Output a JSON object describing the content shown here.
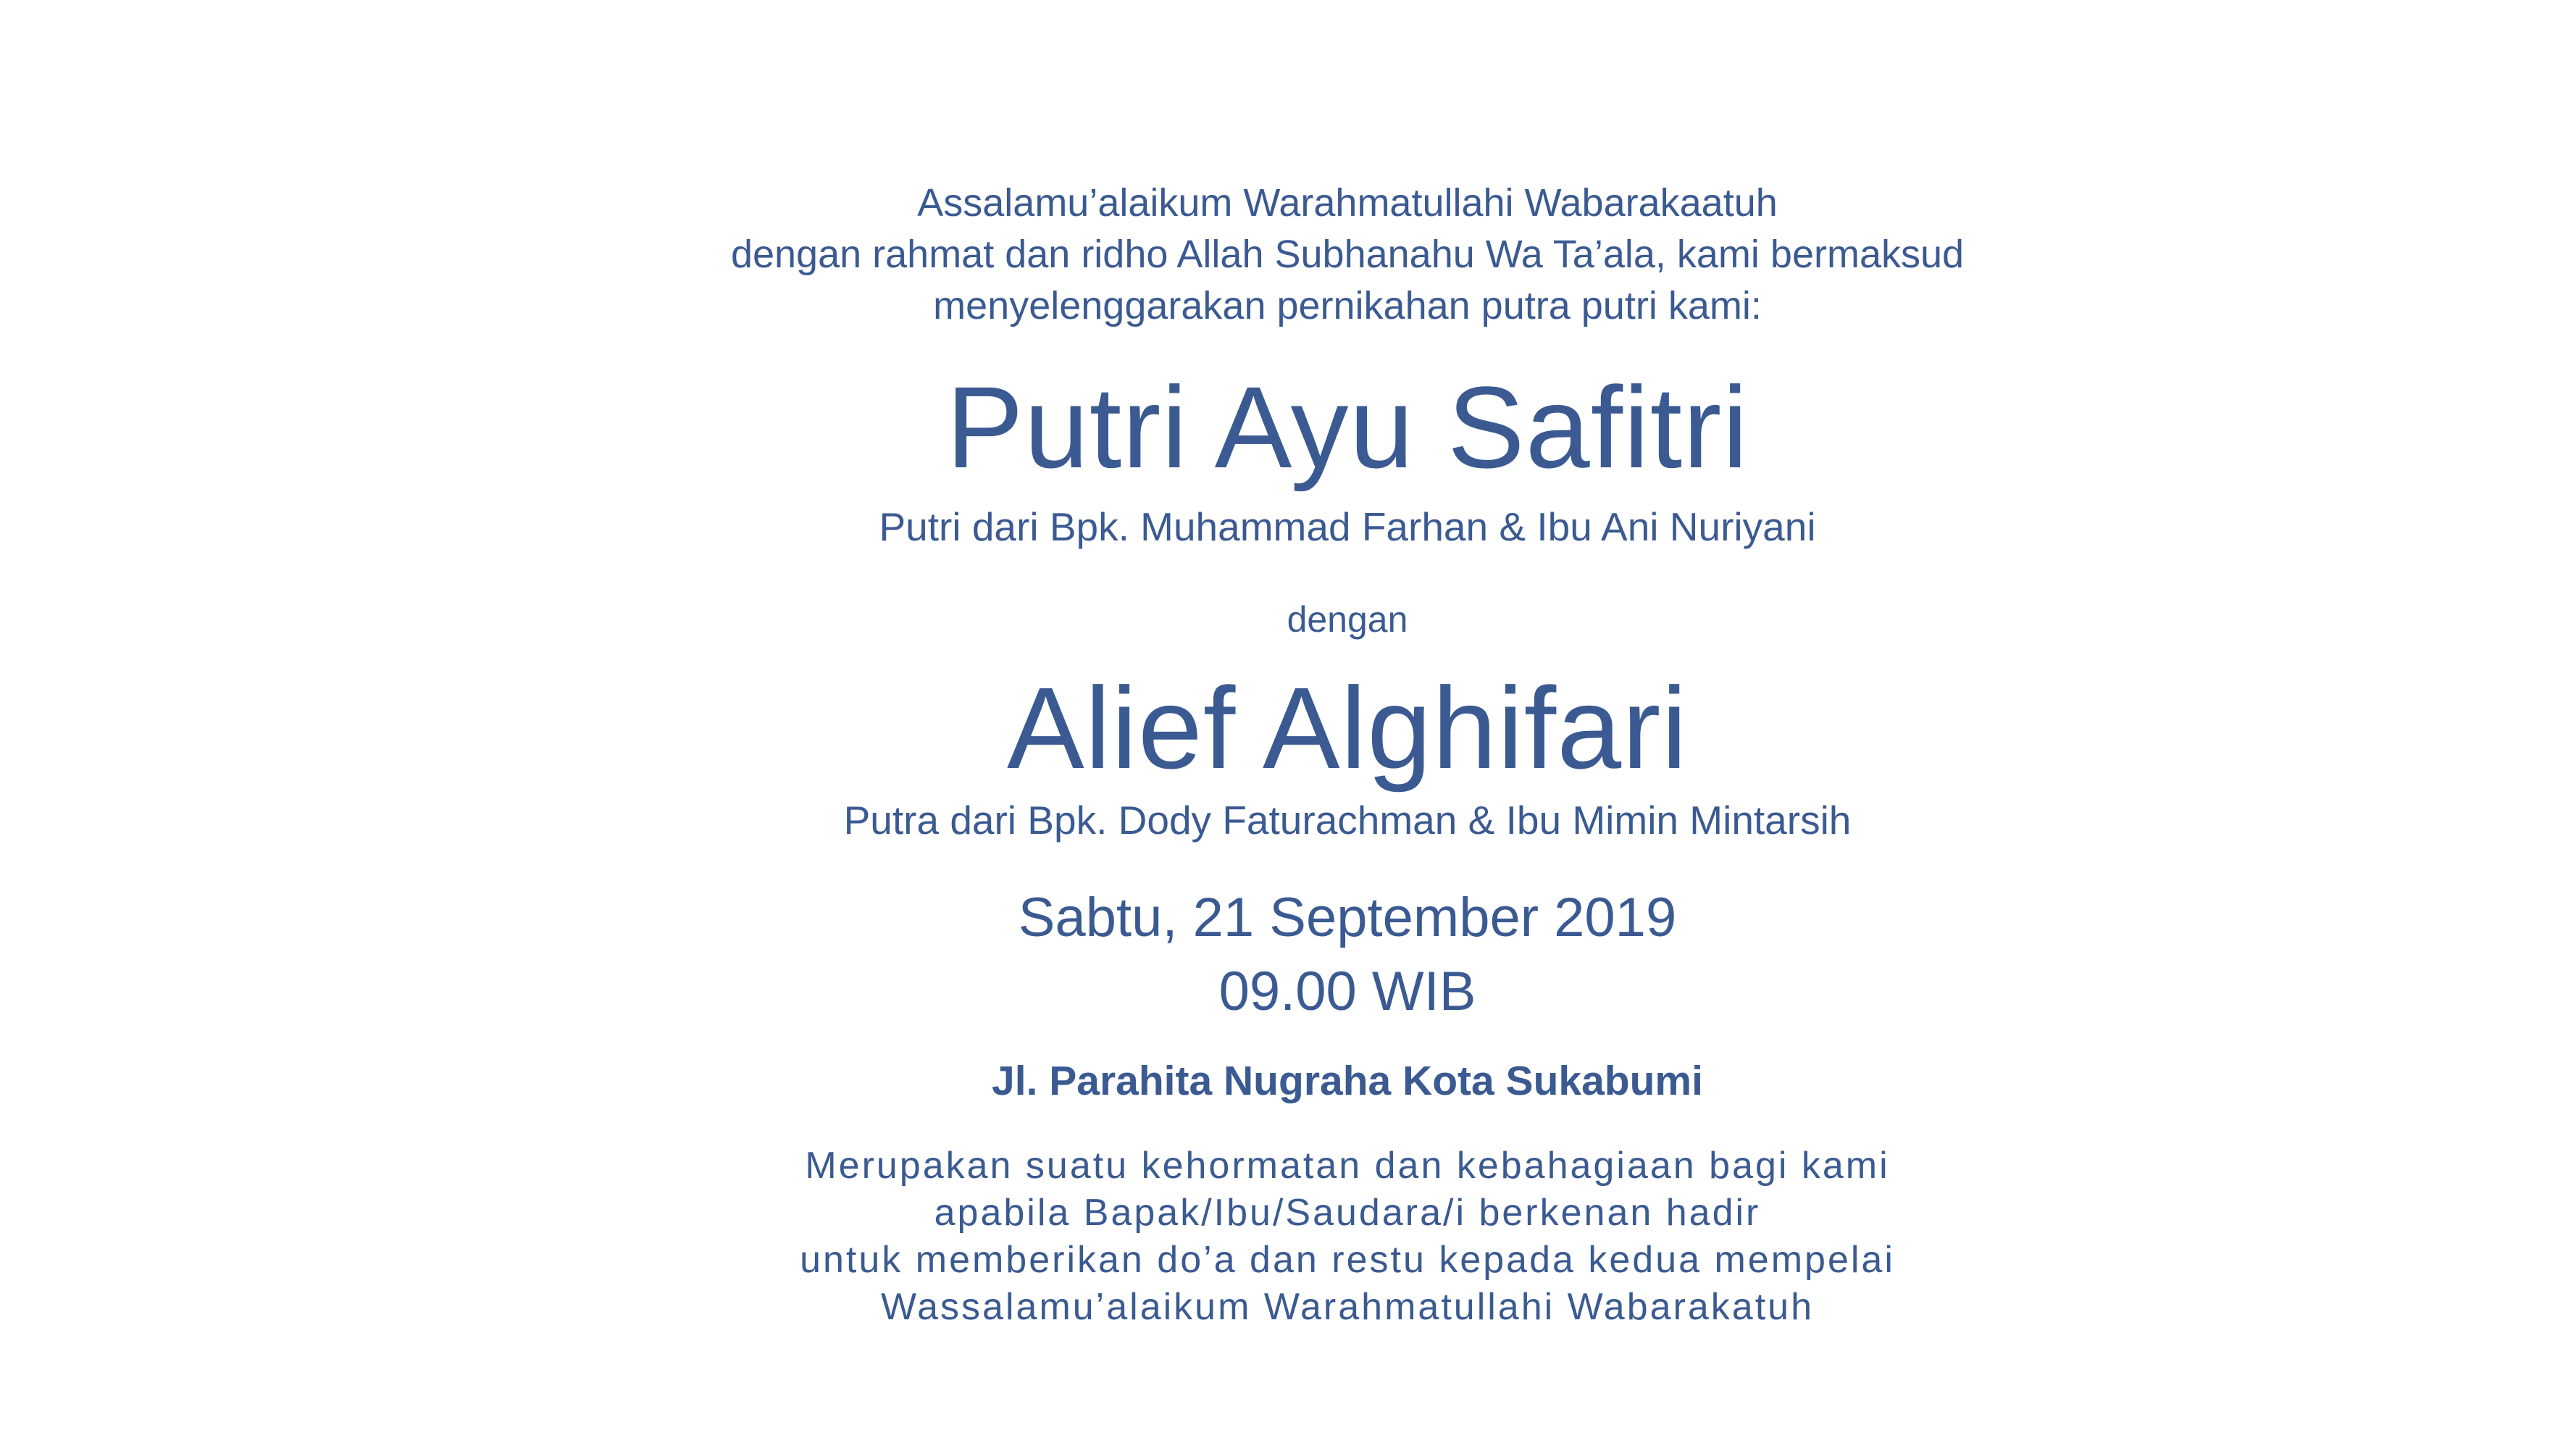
{
  "colors": {
    "background": "#ffffff",
    "text": "#3b5a92"
  },
  "invitation": {
    "greeting": [
      "Assalamu’alaikum Warahmatullahi Wabarakaatuh",
      "dengan rahmat dan ridho Allah Subhanahu Wa Ta’ala, kami bermaksud",
      "menyelenggarakan pernikahan putra putri kami:"
    ],
    "bride": {
      "name": "Putri Ayu Safitri",
      "parents": "Putri dari Bpk. Muhammad Farhan & Ibu Ani Nuriyani"
    },
    "connector": "dengan",
    "groom": {
      "name": "Alief Alghifari",
      "parents": "Putra dari Bpk. Dody Faturachman & Ibu Mimin Mintarsih"
    },
    "event": {
      "date": "Sabtu, 21 September 2019",
      "time": "09.00 WIB",
      "venue": "Jl. Parahita Nugraha Kota Sukabumi"
    },
    "closing": [
      "Merupakan suatu kehormatan dan kebahagiaan bagi kami",
      "apabila Bapak/Ibu/Saudara/i berkenan hadir",
      "untuk memberikan do’a dan restu kepada kedua mempelai",
      "Wassalamu’alaikum Warahmatullahi Wabarakatuh"
    ]
  }
}
